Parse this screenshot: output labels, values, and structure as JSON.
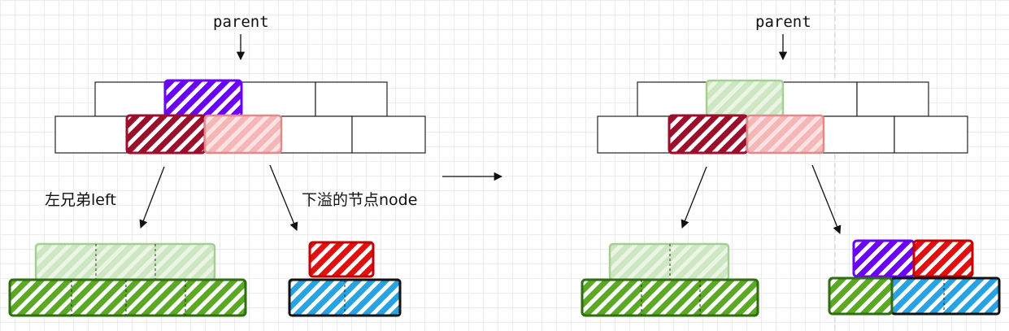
{
  "labels": {
    "parent_left": "parent",
    "parent_right": "parent",
    "left_sibling": "左兄弟left",
    "overflow_node": "下溢的节点node"
  },
  "colors": {
    "purple": "#6a00f4",
    "dark_red": "#9b0f2c",
    "pink": "#f4b6b6",
    "light_green": "#cde7c2",
    "green": "#5aa823",
    "red": "#e01010",
    "blue": "#27a2e3",
    "white_cell": "#ffffff",
    "outline": "#222222",
    "guide_line": "#d0d0d0"
  }
}
